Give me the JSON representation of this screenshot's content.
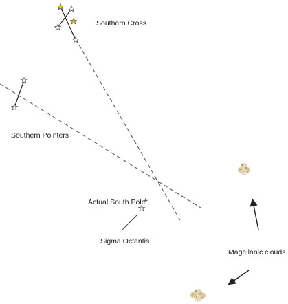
{
  "labels": {
    "southern_cross": "Southern Cross",
    "southern_pointers": "Southern Pointers",
    "actual_south_pole": "Actual South Pole",
    "sigma_octantis": "Sigma Octantis",
    "magellanic_clouds": "Magellanic clouds"
  },
  "colors": {
    "star_outline": "#555555",
    "star_highlight": "#f5d21c",
    "guide_line": "#666666",
    "text": "#222222",
    "cloud": "#d9c9a3"
  },
  "icons": {
    "star": "star-icon",
    "cloud": "cloud-cluster-icon",
    "pole_marker": "plus-icon"
  }
}
